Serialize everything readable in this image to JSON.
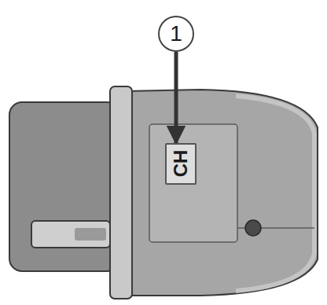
{
  "diagram": {
    "nodes": [
      {
        "text": [
          "1"
        ]
      },
      {
        "text": [
          "CH"
        ]
      }
    ],
    "edges": [
      {
        "from": 0,
        "to": 1,
        "arrow": "to"
      }
    ]
  }
}
